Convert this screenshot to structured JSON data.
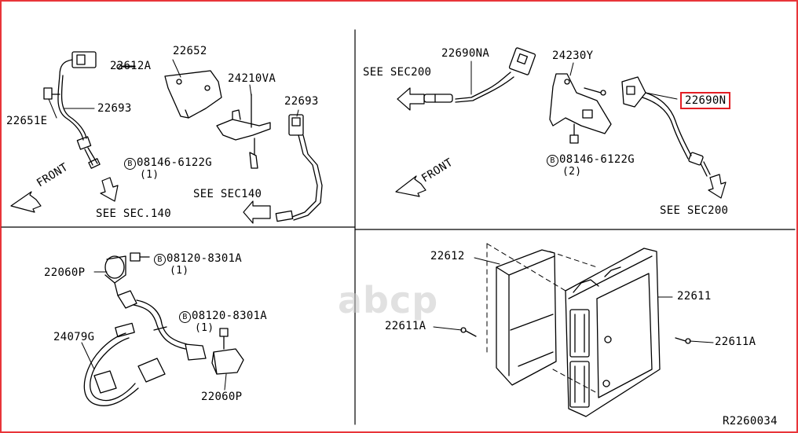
{
  "labels": {
    "p22652": "22652",
    "p22612A": "22612A",
    "p24210VA": "24210VA",
    "p22693_left": "22693",
    "p22651E": "22651E",
    "p22693_right": "22693",
    "bolt_08146_left": "08146-6122G",
    "qty_1_left": "(1)",
    "see_sec140_upper": "SEE SEC140",
    "front_left": "FRONT",
    "see_sec140_lower": "SEE SEC.140",
    "p22690NA": "22690NA",
    "p24230Y": "24230Y",
    "see_sec200_left": "SEE SEC200",
    "p22690N": "22690N",
    "bolt_08146_right": "08146-6122G",
    "qty_2": "(2)",
    "front_right": "FRONT",
    "see_sec200_right": "SEE SEC200",
    "p22060P_upper": "22060P",
    "bolt_08120_upper": "08120-8301A",
    "qty_1_b": "(1)",
    "bolt_08120_lower": "08120-8301A",
    "qty_1_c": "(1)",
    "p24079G": "24079G",
    "p22060P_lower": "22060P",
    "p22612": "22612",
    "p22611": "22611",
    "p22611A_left": "22611A",
    "p22611A_right": "22611A",
    "ref_code": "R2260034",
    "bolt_symbol": "B"
  },
  "watermark": "abcp",
  "colors": {
    "frame": "#e8353a",
    "highlight": "#e31e24",
    "line": "#000000"
  }
}
